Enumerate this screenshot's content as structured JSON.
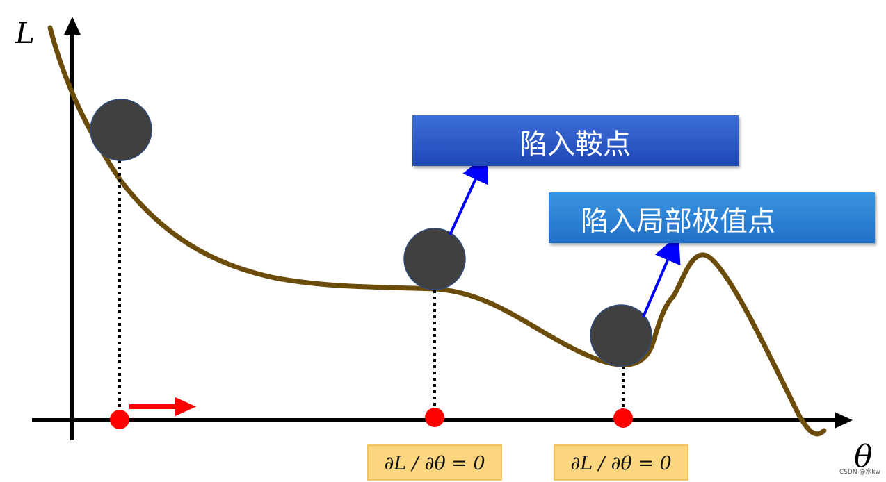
{
  "axes": {
    "y_label": "L",
    "x_label": "θ"
  },
  "callouts": {
    "saddle": "陷入鞍点",
    "local_min": "陷入局部极值点"
  },
  "equations": {
    "saddle": "∂L / ∂θ = 0",
    "local_min": "∂L / ∂θ = 0"
  },
  "watermark": "CSDN @水kw",
  "colors": {
    "curve": "#6b4c0b",
    "ball": "#404040",
    "ball_stroke": "#2f4a7a",
    "point": "#ff0000",
    "motion_arrow": "#ff0000",
    "pointer_arrow": "#0000ff",
    "callout_saddle": "#2552c4",
    "callout_local": "#2c83d6",
    "equation_box": "#fcd77f"
  },
  "icons": {
    "motion": "right-arrow",
    "pointer": "up-right-arrow"
  }
}
